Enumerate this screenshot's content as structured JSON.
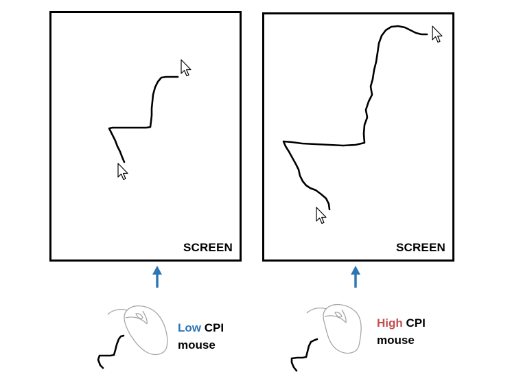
{
  "screens": [
    {
      "label": "SCREEN"
    },
    {
      "label": "SCREEN"
    }
  ],
  "captions": [
    {
      "speed": "Low",
      "speed_color": "#2e75b6",
      "line1_rest": "CPI",
      "line2": "mouse"
    },
    {
      "speed": "High",
      "speed_color": "#c0504d",
      "line1_rest": "CPI",
      "line2": "mouse"
    }
  ],
  "colors": {
    "arrow": "#2e75b6",
    "frame": "#000000",
    "mouse_outline": "#a6a6a6",
    "trail": "#000000"
  },
  "icons": [
    "arrow-cursor-icon",
    "up-arrow-icon",
    "computer-mouse-icon"
  ]
}
